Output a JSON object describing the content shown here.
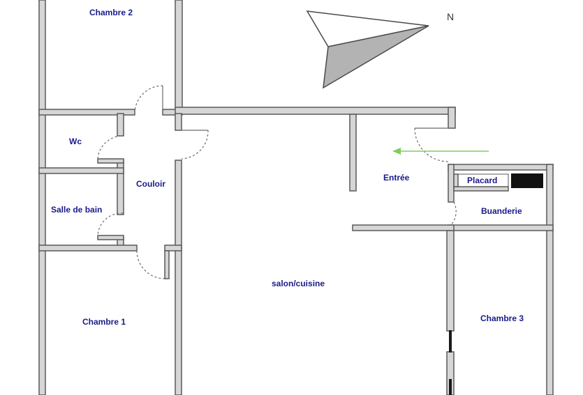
{
  "plan": {
    "rooms": [
      {
        "id": "chambre2",
        "label": "Chambre 2"
      },
      {
        "id": "wc",
        "label": "Wc"
      },
      {
        "id": "couloir",
        "label": "Couloir"
      },
      {
        "id": "salle-de-bain",
        "label": "Salle de bain"
      },
      {
        "id": "chambre1",
        "label": "Chambre 1"
      },
      {
        "id": "entree",
        "label": "Entrée"
      },
      {
        "id": "placard",
        "label": "Placard"
      },
      {
        "id": "buanderie",
        "label": "Buanderie"
      },
      {
        "id": "salon-cuisine",
        "label": "salon/cuisine"
      },
      {
        "id": "chambre3",
        "label": "Chambre 3"
      }
    ],
    "compass": {
      "north_label": "N"
    },
    "colors": {
      "wall_fill": "#d6d6d6",
      "wall_stroke": "#595959",
      "label": "#1a1a8c",
      "entry_arrow": "#7ccf5a",
      "appliance": "#111111"
    }
  }
}
